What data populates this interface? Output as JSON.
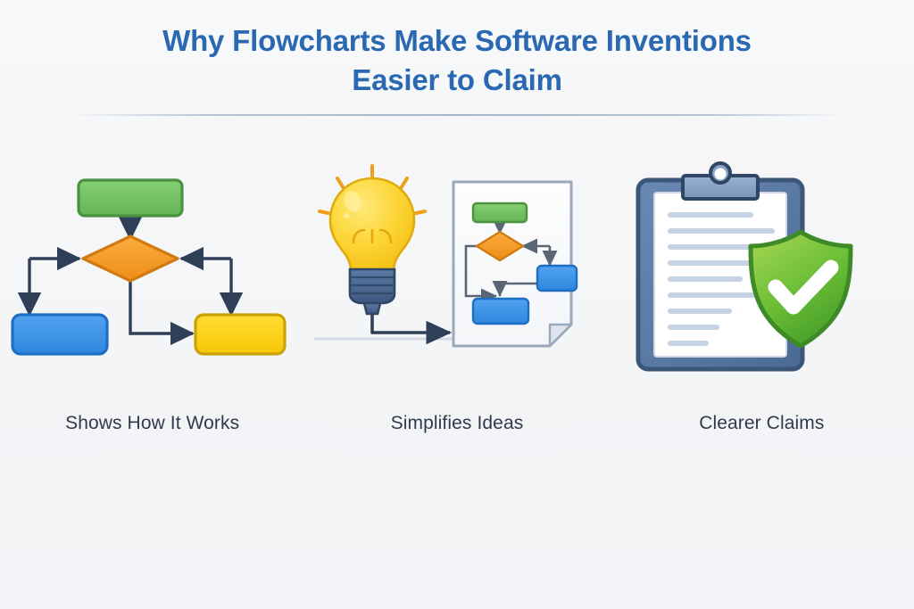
{
  "header": {
    "title_line1": "Why Flowcharts Make Software Inventions",
    "title_line2": "Easier to Claim",
    "title_color": "#2a69b2",
    "divider_color": "#a6b6c9"
  },
  "background_color": "#f5f6f8",
  "columns": [
    {
      "id": "shows-how-it-works",
      "caption": "Shows How It Works",
      "icon": "flowchart-icon",
      "nodes": [
        {
          "name": "start-node",
          "shape": "rounded-rect",
          "fill": "#74c365",
          "stroke": "#4a9141"
        },
        {
          "name": "decision-node",
          "shape": "diamond",
          "fill": "#f59a29",
          "stroke": "#d07a12"
        },
        {
          "name": "process-node-left",
          "shape": "rounded-rect",
          "fill": "#3d94e8",
          "stroke": "#1d6fc4"
        },
        {
          "name": "process-node-right",
          "shape": "rounded-rect",
          "fill": "#fbd117",
          "stroke": "#c9a20a"
        }
      ],
      "connector_color": "#2e3f57"
    },
    {
      "id": "simplifies-ideas",
      "caption": "Simplifies Ideas",
      "icon": "lightbulb-document-icon",
      "bulb": {
        "glass": "#fcd535",
        "rays": "#f0a018",
        "base": "#46618c"
      },
      "document": {
        "fill": "#fafbfc",
        "stroke": "#9aa8bb",
        "fold": "#dfe5ed"
      },
      "mini_nodes": [
        {
          "name": "mini-start-node",
          "fill": "#74c365",
          "stroke": "#4a9141"
        },
        {
          "name": "mini-decision-node",
          "fill": "#f59a29",
          "stroke": "#d07a12"
        },
        {
          "name": "mini-process-right",
          "fill": "#3d94e8",
          "stroke": "#1d6fc4"
        },
        {
          "name": "mini-process-bottom",
          "fill": "#3d94e8",
          "stroke": "#1d6fc4"
        }
      ]
    },
    {
      "id": "clearer-claims",
      "caption": "Clearer Claims",
      "icon": "clipboard-shield-icon",
      "clipboard": {
        "board": "#4c6punk",
        "board_fill": "#4a6punk"
      },
      "clipboard_colors": {
        "frame": "#3f5a80",
        "frame_fill": "#5f7ea8",
        "paper": "#ffffff",
        "clip": "#8aa4c4",
        "line": "#c5d2e3"
      },
      "shield": {
        "fill_top": "#8ecb48",
        "fill_bottom": "#46a52c",
        "stroke": "#3d8a26",
        "check": "#ffffff"
      },
      "paper_line_count": 9
    }
  ]
}
